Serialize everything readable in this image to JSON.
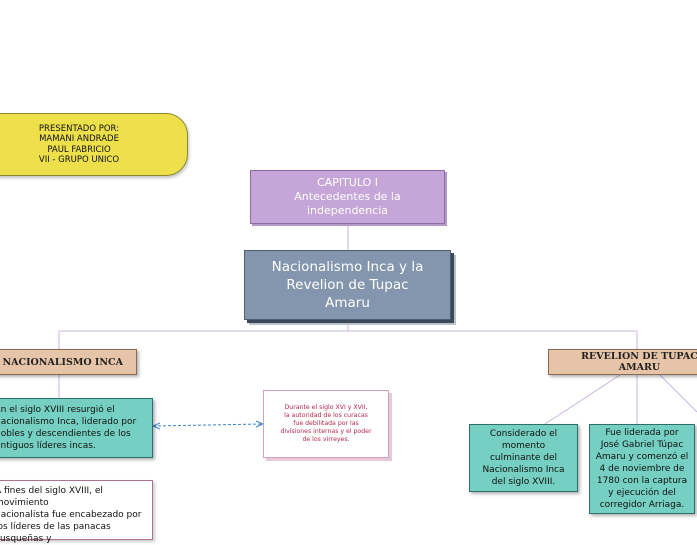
{
  "presented": {
    "text": "PRESENTADO POR:\nMAMANI ANDRADE\nPAUL FABRICIO\nVII - GRUPO UNICO"
  },
  "chapter": {
    "text": "CAPITULO I\nAntecedentes de la\nindependencia"
  },
  "central": {
    "text": "Nacionalismo Inca y la\nRevelion de Tupac\nAmaru"
  },
  "branches": {
    "left_title": "EL NACIONALISMO INCA",
    "right_title": "REVELION DE TUPAC AMARU"
  },
  "left": {
    "topic1": "En el siglo XVIII resurgió el\nnacionalismo Inca, liderado por\nnobles y descendientes de los\nantiguos líderes incas.",
    "topic2": "A fines del siglo XVIII, el movimiento\nnacionalista fue encabezado por\nlos líderes de las panacas cusqueñas y"
  },
  "note": {
    "text": "Durante el siglo XVI y XVII,\nla autoridad de los curacas\nfue debilitada por las\ndivisiones internas y el poder\nde los virreyes."
  },
  "right": {
    "topic1": "Considerado el\nmomento\nculminante del\nNacionalismo Inca\ndel siglo XVIII.",
    "topic2": "Fue liderada por\nJosé Gabriel Túpac\nAmaru y comenzó el\n4 de noviembre de\n1780 con la captura\ny ejecución del\ncorregidor Arriaga."
  },
  "colors": {
    "presented": "#ede04a",
    "chapter": "#c6a6d8",
    "central": "#8396ad",
    "branch": "#e6c4a8",
    "topic": "#75cfc2",
    "note_text": "#b8274d",
    "connector": "#c9b6dc",
    "dashed_link": "#3b83c6"
  }
}
